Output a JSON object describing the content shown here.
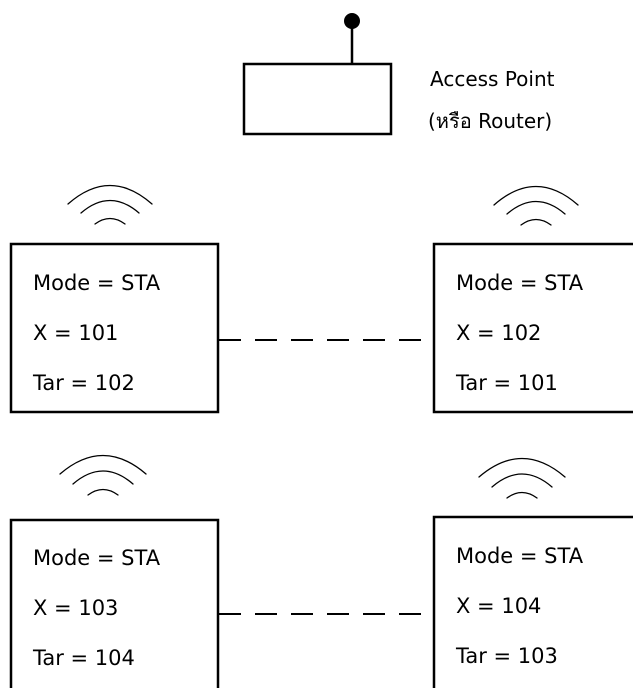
{
  "access_point": {
    "label_line1": "Access Point",
    "label_line2": "(หรือ Router)"
  },
  "nodes": [
    {
      "mode": "Mode = STA",
      "x": "X = 101",
      "tar": "Tar = 102"
    },
    {
      "mode": "Mode = STA",
      "x": "X = 102",
      "tar": "Tar = 101"
    },
    {
      "mode": "Mode = STA",
      "x": "X = 103",
      "tar": "Tar = 104"
    },
    {
      "mode": "Mode = STA",
      "x": "X = 104",
      "tar": "Tar = 103"
    }
  ]
}
